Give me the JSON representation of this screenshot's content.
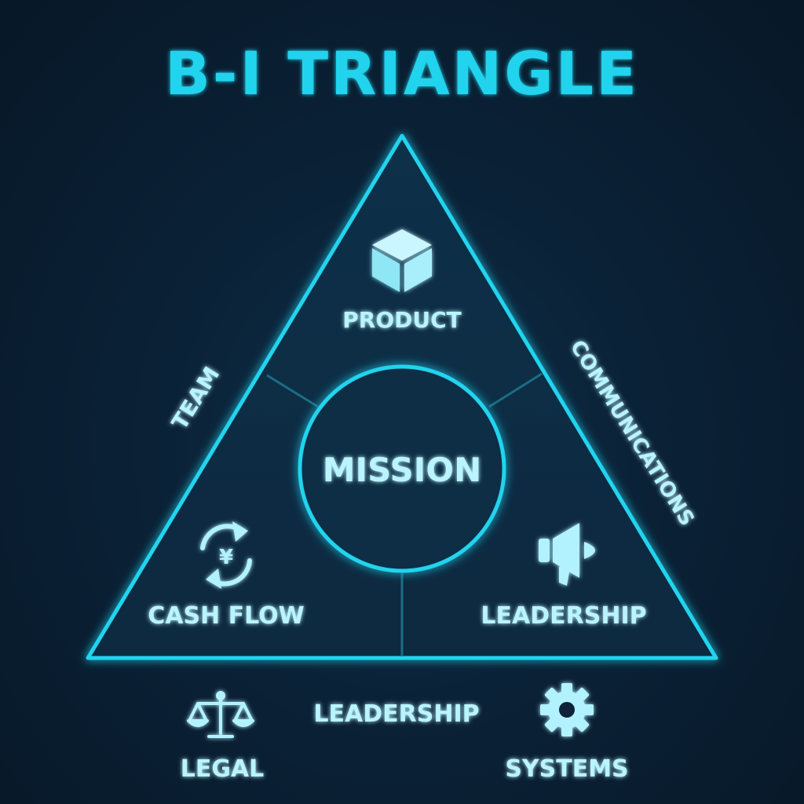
{
  "title": "B-I TRIANGLE",
  "colors": {
    "accent": "#22d3ee",
    "text": "#b9f4ff",
    "background": "#0a2136",
    "icon": "#b2f2ff"
  },
  "center": {
    "label": "MISSION"
  },
  "top_section": {
    "label": "PRODUCT",
    "icon": "cube-icon"
  },
  "left_section": {
    "label": "CASH FLOW",
    "icon": "yen-cycle-icon"
  },
  "right_section": {
    "label": "LEADERSHIP",
    "icon": "megaphone-icon"
  },
  "side_labels": {
    "left": "TEAM",
    "right": "COMMUNICATIONS"
  },
  "bottom_items": [
    {
      "label": "LEGAL",
      "icon": "scales-icon"
    },
    {
      "label": "LEADERSHIP"
    },
    {
      "label": "SYSTEMS",
      "icon": "gear-icon"
    }
  ]
}
